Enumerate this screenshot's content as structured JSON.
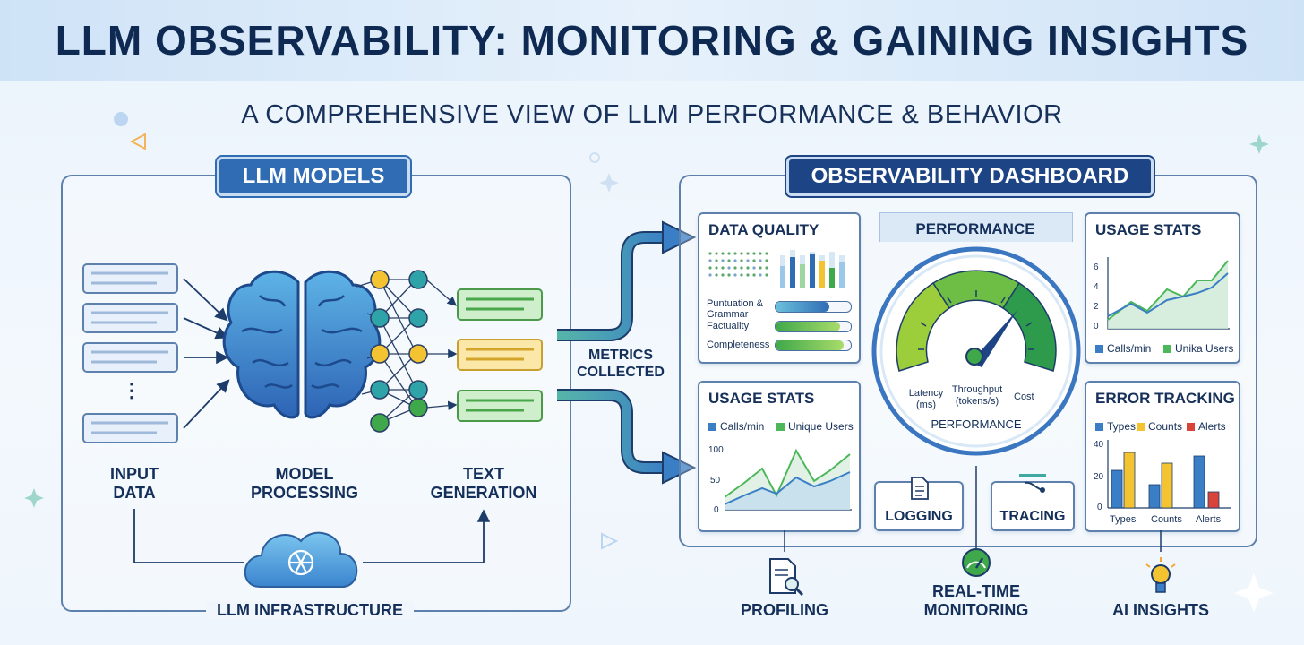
{
  "header": {
    "title": "LLM OBSERVABILITY: MONITORING & GAINING INSIGHTS",
    "subtitle": "A COMPREHENSIVE VIEW OF LLM PERFORMANCE & BEHAVIOR"
  },
  "left_panel": {
    "title": "LLM MODELS",
    "input_label_1": "INPUT",
    "input_label_2": "DATA",
    "model_label_1": "MODEL",
    "model_label_2": "PROCESSING",
    "text_label_1": "TEXT",
    "text_label_2": "GENERATION",
    "ellipsis": "⋮",
    "infrastructure": "LLM INFRASTRUCTURE"
  },
  "connector": {
    "line1": "METRICS",
    "line2": "COLLECTED"
  },
  "dashboard": {
    "title": "OBSERVABILITY DASHBOARD",
    "data_quality": {
      "title": "DATA QUALITY",
      "metrics": [
        {
          "label1": "Puntuation &",
          "label2": "Grammar",
          "value": 0.72
        },
        {
          "label1": "Factuality",
          "label2": "",
          "value": 0.86
        },
        {
          "label1": "Completeness",
          "label2": "",
          "value": 0.9
        }
      ]
    },
    "performance": {
      "title": "PERFORMANCE",
      "latency_1": "Latency",
      "latency_2": "(ms)",
      "throughput_1": "Throughput",
      "throughput_2": "(tokens/s)",
      "cost": "Cost",
      "caption": "PERFORMANCE"
    },
    "usage_small": {
      "title": "USAGE STATS",
      "y_ticks": [
        "6",
        "4",
        "2",
        "0"
      ],
      "legend_1": "Calls/min",
      "legend_2": "Unika Users"
    },
    "usage_big": {
      "title": "USAGE STATS",
      "y_ticks": [
        "100",
        "50",
        "0"
      ],
      "legend_1": "Calls/min",
      "legend_2": "Unique Users"
    },
    "error_card": {
      "title": "ERROR TRACKING",
      "y_ticks": [
        "40",
        "20",
        "0"
      ],
      "legend_1": "Types",
      "legend_2": "Counts",
      "legend_3": "Alerts",
      "x_1": "Types",
      "x_2": "Counts",
      "x_3": "Alerts"
    },
    "logging": "LOGGING",
    "tracing": "TRACING"
  },
  "bottom": {
    "profiling": "PROFILING",
    "realtime_1": "REAL-TIME",
    "realtime_2": "MONITORING",
    "ai_insights": "AI INSIGHTS"
  },
  "colors": {
    "navy": "#0f2a52",
    "blue": "#2f6cb4",
    "green": "#3fa84a",
    "yellow": "#f3c331",
    "red": "#d9443a"
  }
}
